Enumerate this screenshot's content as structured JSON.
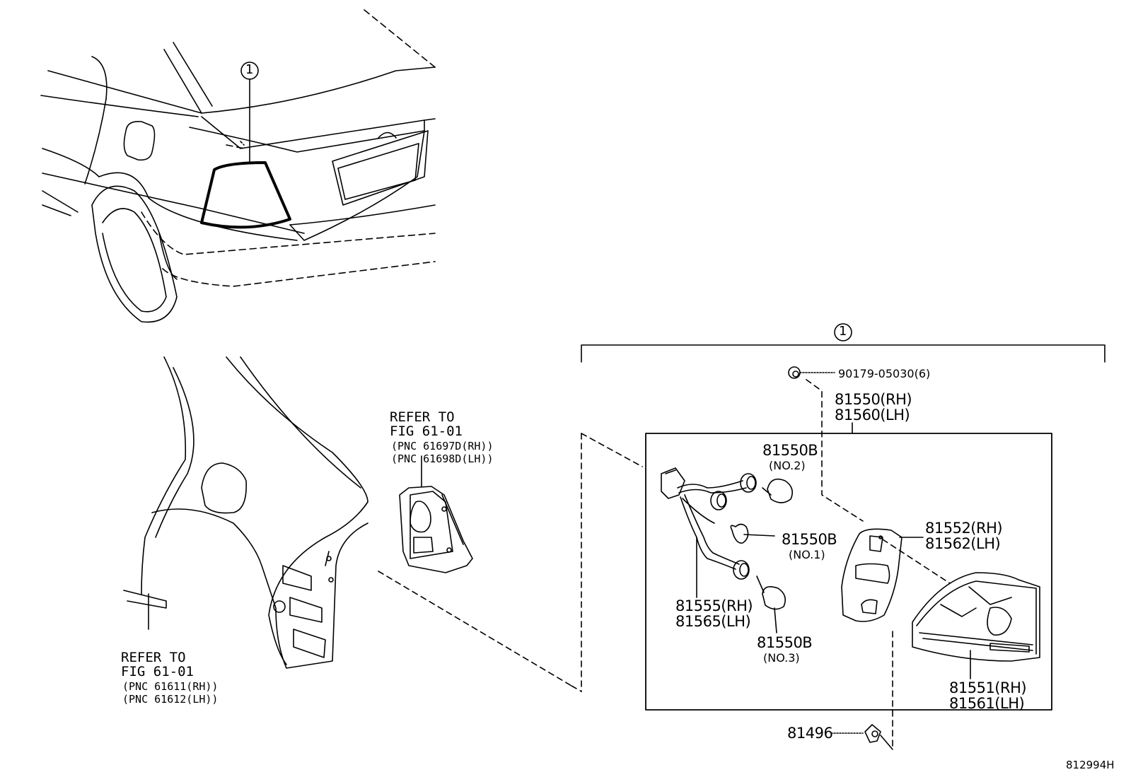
{
  "callout_number": "1",
  "refer_left": {
    "line1": "REFER TO",
    "line2": "FIG 61-01",
    "line3": "(PNC 61611(RH))",
    "line4": "(PNC 61612(LH))"
  },
  "refer_mid": {
    "line1": "REFER TO",
    "line2": "FIG 61-01",
    "line3": "(PNC 61697D(RH))",
    "line4": "(PNC 61698D(LH))"
  },
  "parts": {
    "screw": "90179-05030(6)",
    "assy_rh": "81550(RH)",
    "assy_lh": "81560(LH)",
    "bulb2": "81550B",
    "bulb2_note": "(NO.2)",
    "bulb1": "81550B",
    "bulb1_note": "(NO.1)",
    "bulb3": "81550B",
    "bulb3_note": "(NO.3)",
    "gasket_rh": "81552(RH)",
    "gasket_lh": "81562(LH)",
    "socket_rh": "81555(RH)",
    "socket_lh": "81565(LH)",
    "lens_rh": "81551(RH)",
    "lens_lh": "81561(LH)",
    "clip": "81496"
  },
  "drawing_code": "812994H"
}
